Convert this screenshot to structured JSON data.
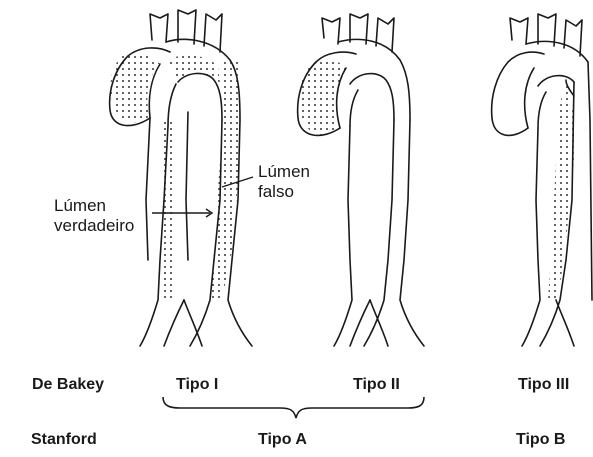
{
  "callouts": {
    "true_lumen": [
      "Lúmen",
      "verdadeiro"
    ],
    "false_lumen": [
      "Lúmen",
      "falso"
    ]
  },
  "rows": {
    "debakey": {
      "label": "De Bakey",
      "types": [
        "Tipo I",
        "Tipo II",
        "Tipo III"
      ]
    },
    "stanford": {
      "label": "Stanford",
      "types": [
        "Tipo A",
        "Tipo B"
      ]
    }
  },
  "colors": {
    "ink": "#1a1a1a",
    "stipple": "#333333",
    "background": "#ffffff"
  }
}
